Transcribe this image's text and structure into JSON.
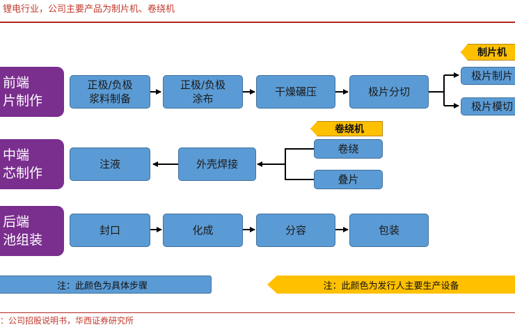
{
  "caption": "锂电行业，公司主要产品为制片机、卷绕机",
  "stages": {
    "front": [
      "前端",
      "片制作"
    ],
    "middle": [
      "中端",
      "芯制作"
    ],
    "back": [
      "后端",
      "池组装"
    ]
  },
  "front_steps": {
    "slurry": [
      "正极/负极",
      "浆料制备"
    ],
    "coating": [
      "正极/负极",
      "涂布"
    ],
    "drying": "干燥碾压",
    "cutting": "极片分切",
    "pole_make": "极片制片",
    "pole_die_cut": "极片模切"
  },
  "middle_steps": {
    "inject": "注液",
    "weld": "外壳焊接",
    "wind": "卷绕",
    "stack": "叠片"
  },
  "back_steps": {
    "seal": "封口",
    "formation": "化成",
    "grading": "分容",
    "packing": "包装"
  },
  "equipment_tags": {
    "sheet_machine": "制片机",
    "winding_machine": "卷绕机"
  },
  "legend": {
    "steps_note": "注：此颜色为具体步骤",
    "equipment_note": "注：此颜色为发行人主要生产设备"
  },
  "source": "：公司招股说明书，华西证券研究所",
  "colors": {
    "stage": "#7a2e8e",
    "step": "#5b9bd5",
    "equipment": "#ffc000",
    "accent_red": "#b22222"
  }
}
